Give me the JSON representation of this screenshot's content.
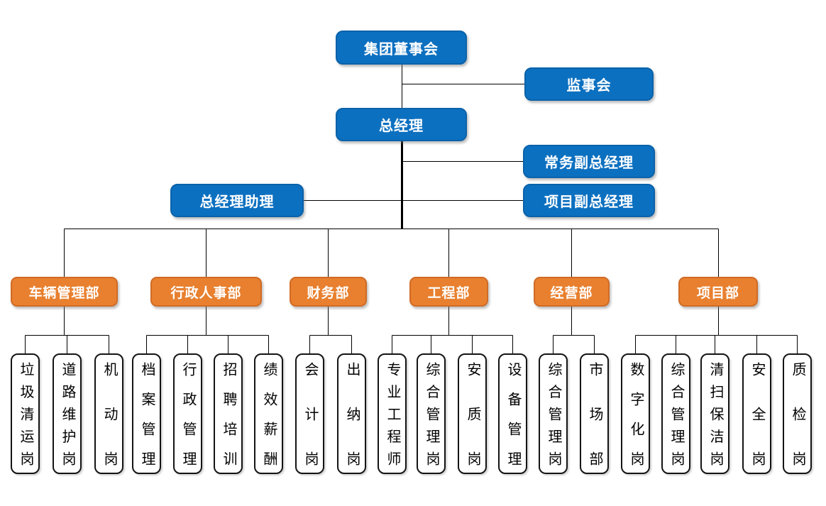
{
  "colors": {
    "executive_blue": "#0C70C0",
    "department_orange": "#E8802F",
    "position_border": "#141414",
    "connector": "#000000"
  },
  "executive": {
    "board": "集团董事会",
    "supervisory_board": "监事会",
    "general_manager": "总经理",
    "executive_deputy_gm": "常务副总经理",
    "gm_assistant": "总经理助理",
    "project_deputy_gm": "项目副总经理"
  },
  "departments": [
    {
      "label": "车辆管理部",
      "children": [
        "垃圾清运岗",
        "道路维护岗",
        "机动岗"
      ]
    },
    {
      "label": "行政人事部",
      "children": [
        "档案管理",
        "行政管理",
        "招聘培训",
        "绩效薪酬"
      ]
    },
    {
      "label": "财务部",
      "children": [
        "会计岗",
        "出纳岗"
      ]
    },
    {
      "label": "工程部",
      "children": [
        "专业工程师",
        "综合管理岗",
        "安质岗",
        "设备管理"
      ]
    },
    {
      "label": "经营部",
      "children": [
        "综合管理岗",
        "市场部"
      ]
    },
    {
      "label": "项目部",
      "children": [
        "数字化岗",
        "综合管理岗",
        "清扫保洁岗",
        "安全岗",
        "质检岗"
      ]
    }
  ]
}
